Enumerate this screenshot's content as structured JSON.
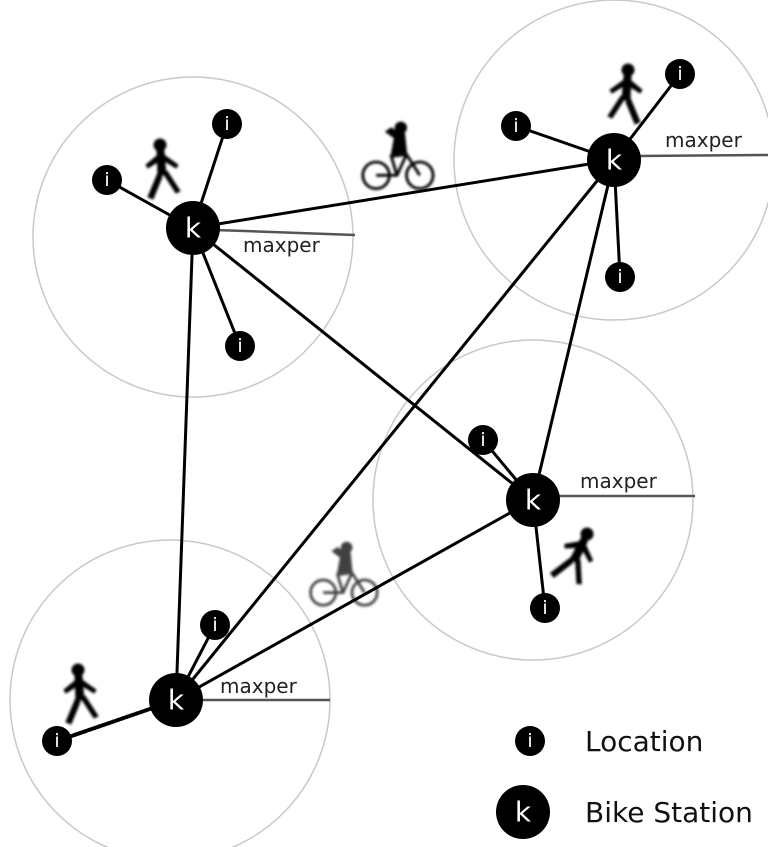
{
  "symbols": {
    "location_letter": "i",
    "station_letter": "k",
    "radius_label": "maxper"
  },
  "legend": {
    "location_label": "Location",
    "station_label": "Bike Station"
  },
  "colors": {
    "node": "#000000",
    "catchment_circle": "#c8c8c8",
    "radius_line": "#555555",
    "link": "#000000"
  },
  "icons": {
    "walk": "walking-person-icon",
    "bike": "cyclist-icon"
  }
}
